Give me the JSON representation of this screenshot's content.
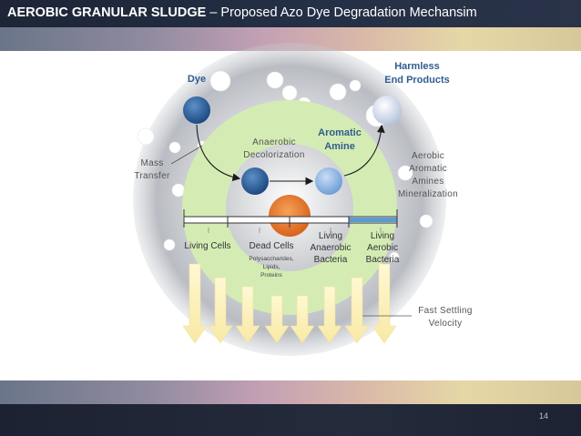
{
  "header": {
    "title_bold": "AEROBIC GRANULAR SLUDGE",
    "title_rest": " – Proposed Azo Dye Degradation Mechansim"
  },
  "diagram": {
    "dye": "Dye",
    "harmless": "Harmless\nEnd Products",
    "aromatic": "Aromatic\nAmine",
    "anaerobic_decolorization": "Anaerobic\nDecolorization",
    "mass_transfer": "Mass\nTransfer",
    "aerobic_mineralization": "Aerobic\nAromatic\nAmines\nMineralization",
    "living_cells": "Living Cells",
    "dead_cells": "Dead Cells",
    "dead_cells_detail": "Polysaccharides,\nLipids,\nProteins",
    "living_anaerobic": "Living\nAnaerobic\nBacteria",
    "living_aerobic": "Living\nAerobic\nBacteria",
    "fast_settling": "Fast Settling\nVelocity"
  },
  "colors": {
    "blue_text": "#2f5e8e",
    "outer_green": "#d4ecb4",
    "core_orange": "#e8772a",
    "aerobic_bar": "#5b9bd5"
  },
  "footer": {
    "page_number": "14"
  }
}
